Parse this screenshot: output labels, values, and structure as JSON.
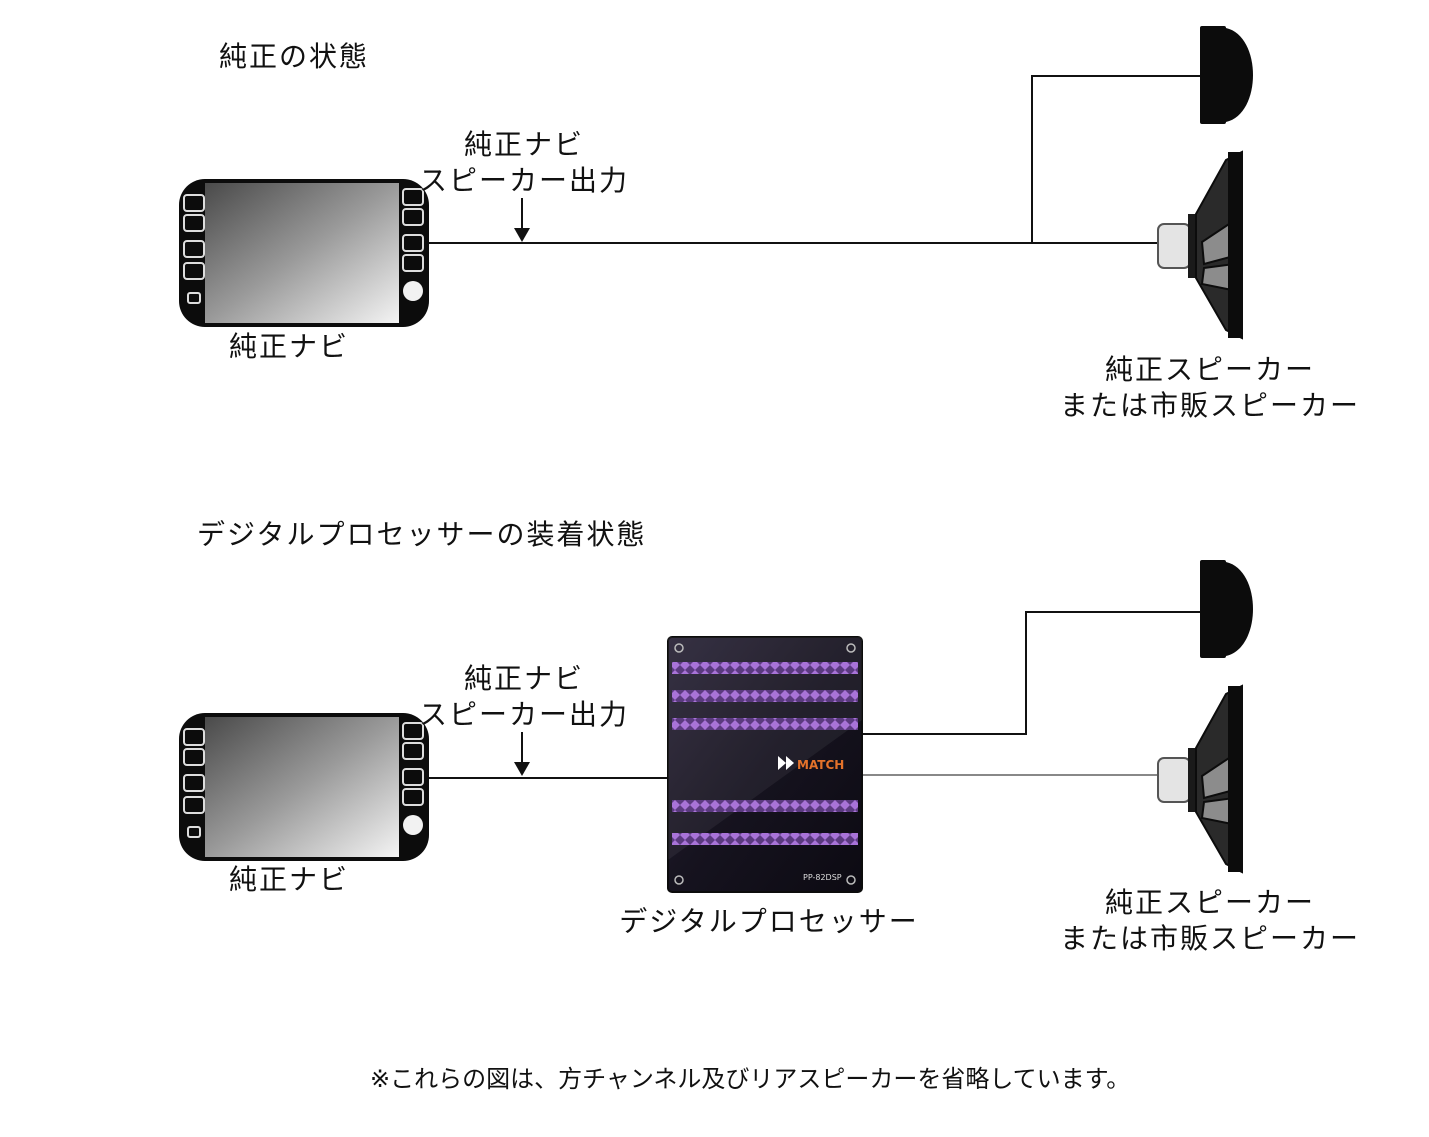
{
  "section_oem": {
    "title": "純正の状態",
    "output_label_line1": "純正ナビ",
    "output_label_line2": "スピーカー出力",
    "navi_label": "純正ナビ",
    "speaker_label_line1": "純正スピーカー",
    "speaker_label_line2": "または市販スピーカー"
  },
  "section_dsp": {
    "title": "デジタルプロセッサーの装着状態",
    "output_label_line1": "純正ナビ",
    "output_label_line2": "スピーカー出力",
    "navi_label": "純正ナビ",
    "processor_label": "デジタルプロセッサー",
    "processor_brand": "MATCH",
    "processor_model": "PP-82DSP",
    "speaker_label_line1": "純正スピーカー",
    "speaker_label_line2": "または市販スピーカー"
  },
  "footnote": "※これらの図は、方チャンネル及びリアスピーカーを省略しています。",
  "colors": {
    "line": "#111111",
    "processor_body": "#1a1626",
    "processor_accent": "#8a4fc0",
    "brand_orange": "#e4722a",
    "speaker_cone": "#2b2b2b",
    "speaker_magnet": "#d8d8d8"
  },
  "icons": [
    "navi-unit-icon",
    "tweeter-icon",
    "woofer-speaker-icon",
    "digital-processor-icon",
    "down-arrow-icon"
  ]
}
